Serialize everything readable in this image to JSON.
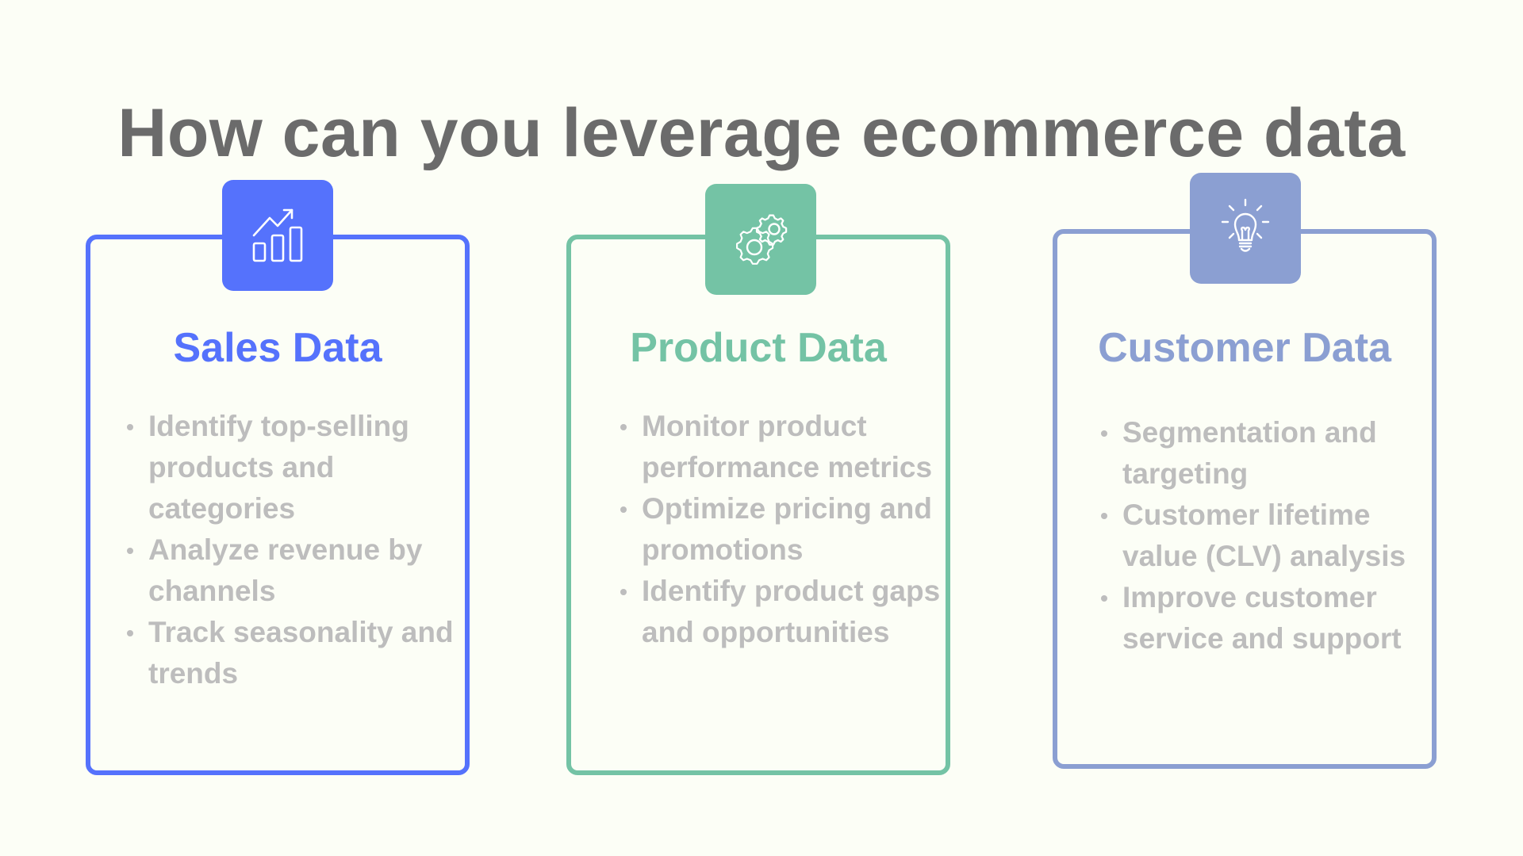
{
  "page": {
    "title": "How can you leverage ecommerce data",
    "background": "#fcfef6"
  },
  "cards": [
    {
      "heading": "Sales Data",
      "color": "#5572fc",
      "icon": "bar-chart-growth-icon",
      "bullets": [
        "Identify top-selling products and categories",
        "Analyze revenue by channels",
        "Track seasonality and trends"
      ]
    },
    {
      "heading": "Product Data",
      "color": "#74c3a5",
      "icon": "gears-icon",
      "bullets": [
        "Monitor product performance metrics",
        "Optimize pricing and promotions",
        "Identify product gaps and opportunities"
      ]
    },
    {
      "heading": "Customer Data",
      "color": "#8b9fd2",
      "icon": "lightbulb-icon",
      "bullets": [
        "Segmentation and targeting",
        "Customer lifetime value (CLV) analysis",
        "Improve customer service and support"
      ]
    }
  ],
  "text_color": "#bdbdbd",
  "title_color": "#6b6b6b"
}
